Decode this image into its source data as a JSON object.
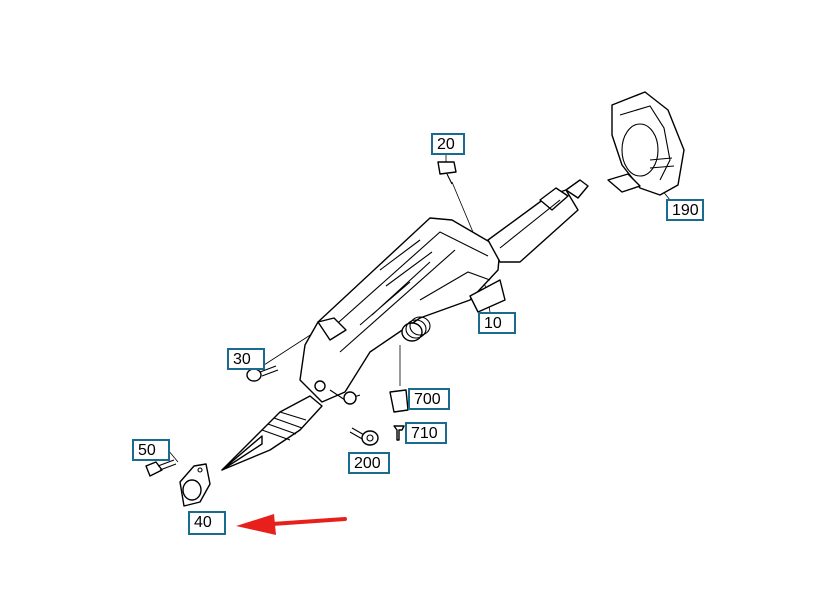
{
  "callouts": {
    "c20": "20",
    "c190": "190",
    "c10": "10",
    "c30": "30",
    "c700": "700",
    "c710": "710",
    "c200": "200",
    "c50": "50",
    "c40": "40"
  },
  "colors": {
    "callout_border": "#1a6b8f",
    "arrow": "#e8201c"
  }
}
